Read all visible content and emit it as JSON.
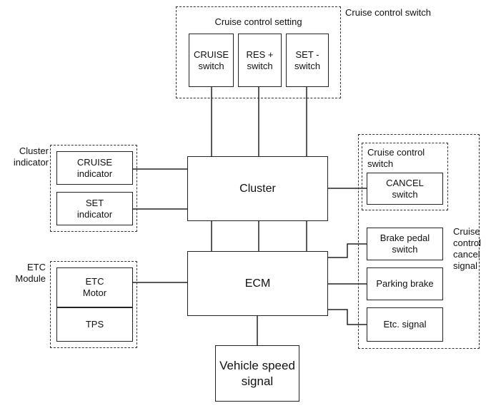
{
  "groups": {
    "cruise_switch": {
      "title": "Cruise control switch",
      "subtitle": "Cruise control setting"
    },
    "cluster_indicator": {
      "title": "Cluster\nindicator"
    },
    "etc_module": {
      "title": "ETC\nModule"
    },
    "cancel_switch_group": {
      "title": "Cruise control\nswitch"
    },
    "cancel_signal": {
      "title": "Cruise\ncontrol\ncancel\nsignal"
    }
  },
  "blocks": {
    "cruise_switch": "CRUISE\nswitch",
    "res_switch": "RES +\nswitch",
    "set_switch": "SET -\nswitch",
    "cluster": "Cluster",
    "ecm": "ECM",
    "cruise_indicator": "CRUISE\nindicator",
    "set_indicator": "SET\nindicator",
    "etc_motor": "ETC\nMotor",
    "tps": "TPS",
    "cancel_switch": "CANCEL\nswitch",
    "brake_pedal": "Brake pedal\nswitch",
    "parking_brake": "Parking brake",
    "etc_signal": "Etc. signal",
    "vehicle_speed": "Vehicle speed\nsignal"
  }
}
